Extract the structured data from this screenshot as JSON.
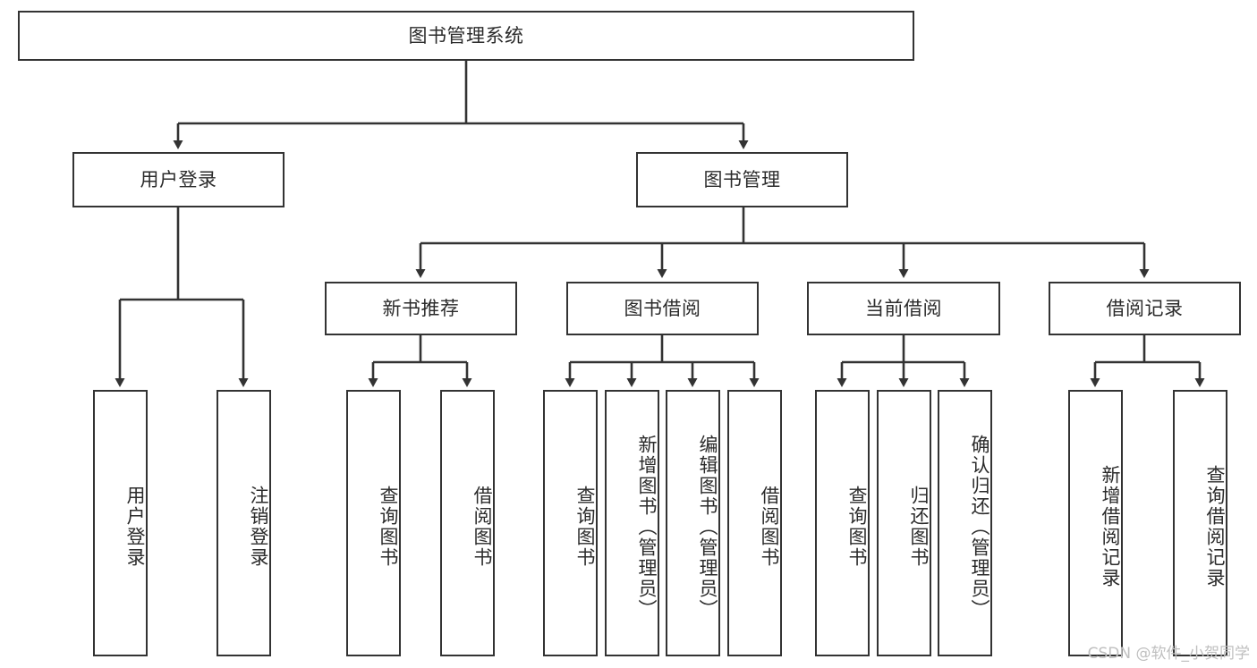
{
  "diagram": {
    "type": "tree-hierarchy-chart",
    "title": "图书管理系统",
    "stroke_color": "#333333",
    "text_color": "#2b2b2b",
    "background": "#ffffff",
    "levels": {
      "root": {
        "label": "图书管理系统"
      },
      "level2": [
        {
          "id": "user-login",
          "label": "用户登录"
        },
        {
          "id": "book-manage",
          "label": "图书管理"
        }
      ],
      "level3": [
        {
          "id": "new-book-rec",
          "label": "新书推荐"
        },
        {
          "id": "book-borrow",
          "label": "图书借阅"
        },
        {
          "id": "current-borrow",
          "label": "当前借阅"
        },
        {
          "id": "borrow-record",
          "label": "借阅记录"
        }
      ],
      "leaves": [
        {
          "id": "leaf-user-login",
          "label": "用户登录",
          "parent": "user-login"
        },
        {
          "id": "leaf-logout-login",
          "label": "注销登录",
          "parent": "user-login"
        },
        {
          "id": "leaf-query-book-1",
          "label": "查询图书",
          "parent": "new-book-rec"
        },
        {
          "id": "leaf-borrow-book-1",
          "label": "借阅图书",
          "parent": "new-book-rec"
        },
        {
          "id": "leaf-query-book-2",
          "label": "查询图书",
          "parent": "book-borrow"
        },
        {
          "id": "leaf-add-book",
          "label": "新增图书（管理员）",
          "parent": "book-borrow"
        },
        {
          "id": "leaf-edit-book",
          "label": "编辑图书（管理员）",
          "parent": "book-borrow"
        },
        {
          "id": "leaf-borrow-book-2",
          "label": "借阅图书",
          "parent": "book-borrow"
        },
        {
          "id": "leaf-query-book-3",
          "label": "查询图书",
          "parent": "current-borrow"
        },
        {
          "id": "leaf-return-book",
          "label": "归还图书",
          "parent": "current-borrow"
        },
        {
          "id": "leaf-confirm-return",
          "label": "确认归还（管理员）",
          "parent": "current-borrow"
        },
        {
          "id": "leaf-add-record",
          "label": "新增借阅记录",
          "parent": "borrow-record"
        },
        {
          "id": "leaf-query-record",
          "label": "查询借阅记录",
          "parent": "borrow-record"
        }
      ]
    }
  },
  "watermark": {
    "text": "CSDN @软件_小贺同学"
  }
}
